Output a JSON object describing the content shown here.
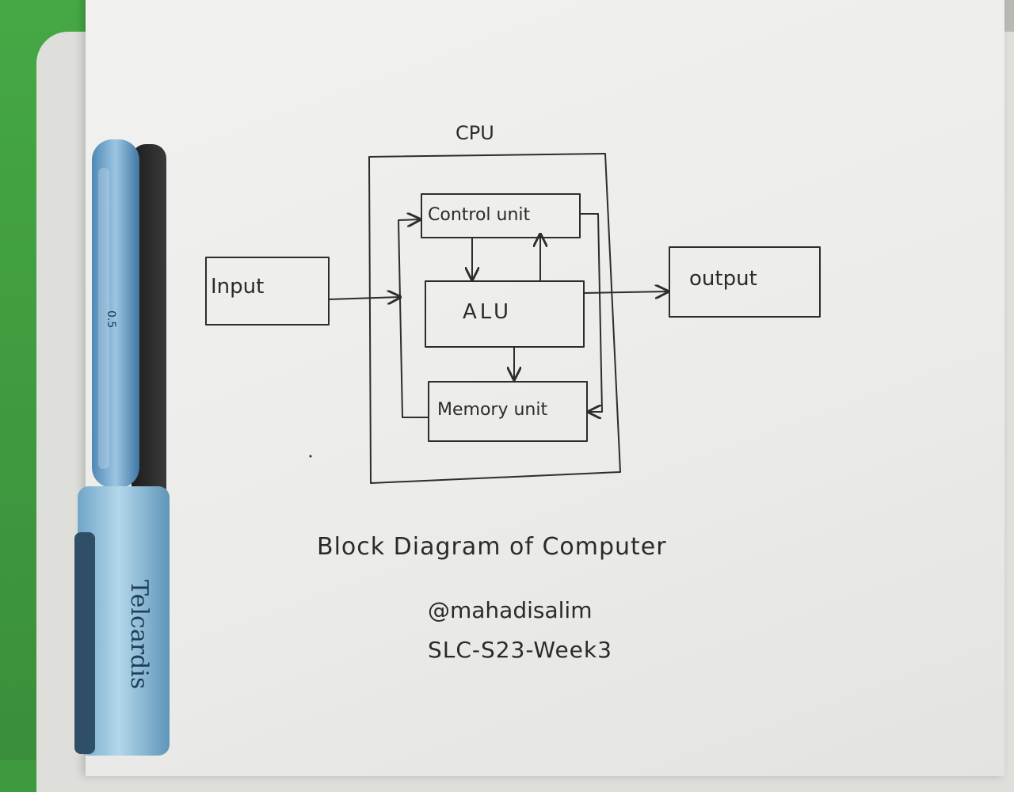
{
  "diagram": {
    "title": "Block Diagram of Computer",
    "cpu_label": "CPU",
    "blocks": {
      "input": "Input",
      "control_unit": "Control unit",
      "alu": "ALU",
      "memory_unit": "Memory unit",
      "output": "output"
    }
  },
  "signature": {
    "handle": "@mahadisalim",
    "tag": "SLC-S23-Week3"
  },
  "pen": {
    "brand": "Telcardis",
    "label": "0.5"
  },
  "colors": {
    "paper": "#efefed",
    "ink": "#2d2d2d",
    "pen_body": "#8fbcd8",
    "background": "#3f9a3f"
  }
}
